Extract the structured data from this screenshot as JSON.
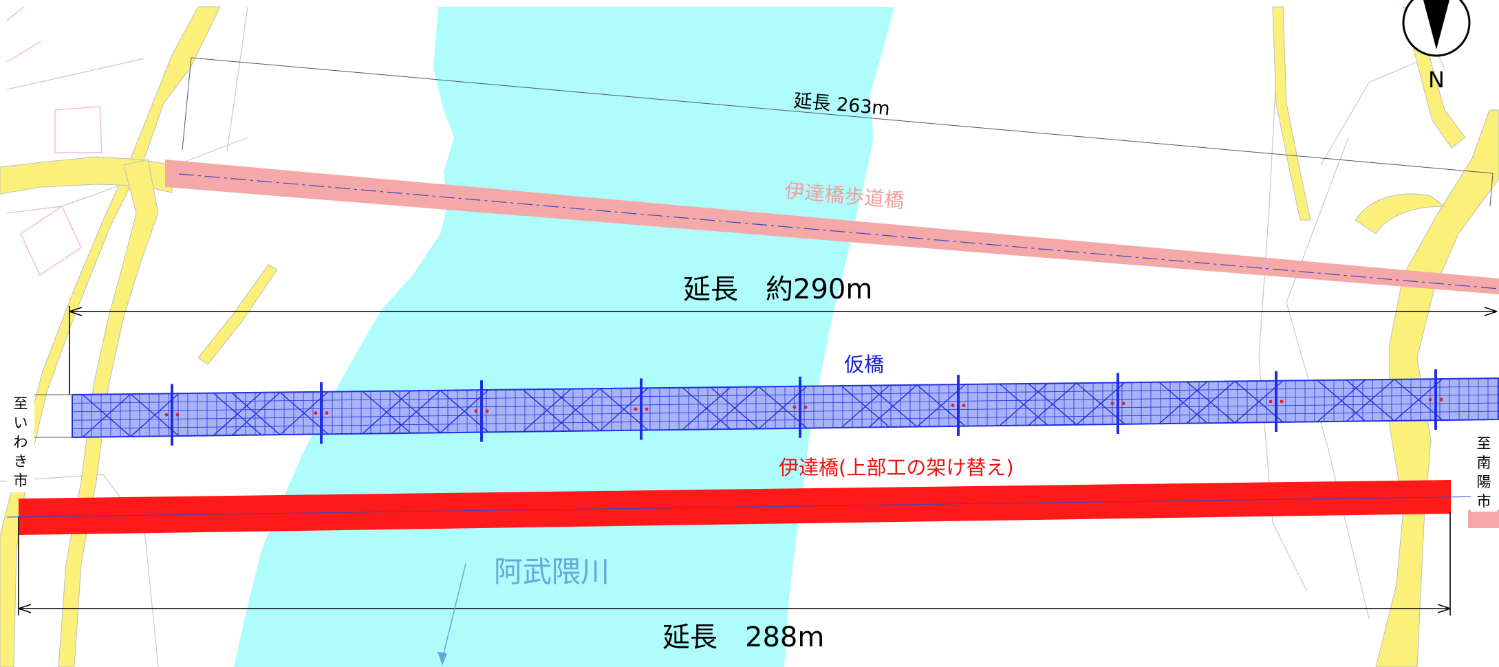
{
  "labels": {
    "ped_bridge_length": "延長 263m",
    "ped_bridge_name": "伊達橋歩道橋",
    "temp_bridge_length": "延長　約290m",
    "temp_bridge_name": "仮橋",
    "main_bridge_name": "伊達橋(上部工の架け替え)",
    "main_bridge_length": "延長　288m",
    "river_name": "阿武隈川",
    "north": "N",
    "to_iwaki": [
      "至",
      "い",
      "わ",
      "き",
      "市"
    ],
    "to_nanyo": [
      "至",
      "南",
      "陽",
      "市"
    ]
  },
  "colors": {
    "river": "#aefcfc",
    "road": "#fbf07a",
    "pedestrian_bridge": "#f5a8a8",
    "temporary_bridge": "#a9b3f7",
    "temporary_bridge_frame": "#1f2ee0",
    "main_bridge": "#ff1a1a",
    "dimension_line": "#000000",
    "label_blue": "#1c22d6",
    "label_red": "#ee1111",
    "label_pink": "#f2a0a0",
    "river_label": "#6aa6dc"
  }
}
